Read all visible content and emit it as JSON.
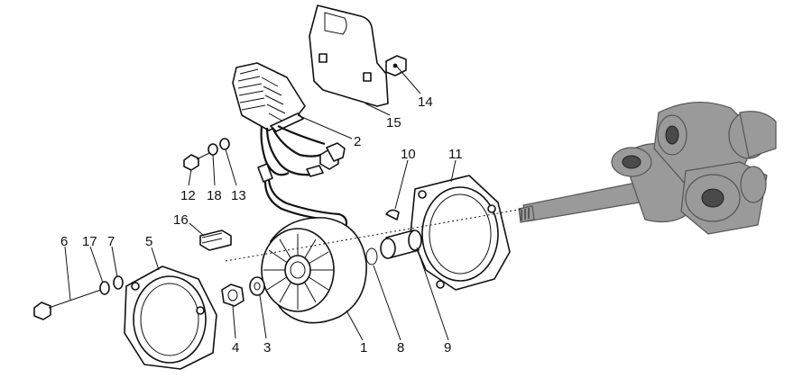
{
  "parts": [
    {
      "key": "p1",
      "number": "1",
      "part": "stator"
    },
    {
      "key": "p2",
      "number": "2",
      "part": "voltage-regulator"
    },
    {
      "key": "p3",
      "number": "3",
      "part": "washer"
    },
    {
      "key": "p4",
      "number": "4",
      "part": "nut"
    },
    {
      "key": "p5",
      "number": "5",
      "part": "front-cover"
    },
    {
      "key": "p6",
      "number": "6",
      "part": "long-screw"
    },
    {
      "key": "p7",
      "number": "7",
      "part": "washer"
    },
    {
      "key": "p8",
      "number": "8",
      "part": "snap-ring"
    },
    {
      "key": "p9",
      "number": "9",
      "part": "spacer-bush"
    },
    {
      "key": "p10",
      "number": "10",
      "part": "woodruff-key"
    },
    {
      "key": "p11",
      "number": "11",
      "part": "rotor-housing"
    },
    {
      "key": "p12",
      "number": "12",
      "part": "screw"
    },
    {
      "key": "p13",
      "number": "13",
      "part": "washer"
    },
    {
      "key": "p14",
      "number": "14",
      "part": "clip-nut"
    },
    {
      "key": "p15",
      "number": "15",
      "part": "bracket-plate"
    },
    {
      "key": "p16",
      "number": "16",
      "part": "rubber-block"
    },
    {
      "key": "p17",
      "number": "17",
      "part": "washer"
    },
    {
      "key": "p18",
      "number": "18",
      "part": "washer"
    }
  ]
}
